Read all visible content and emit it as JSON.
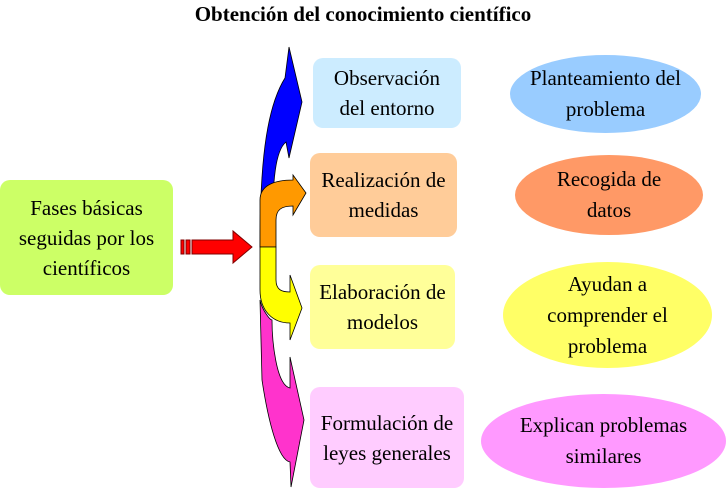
{
  "title": "Obtención del conocimiento científico",
  "source": {
    "label": "Fases básicas seguidas por los científicos",
    "color": "#ccff66"
  },
  "phases": [
    {
      "label": "Observación del entorno",
      "color": "#ccecff",
      "arrow_color": "#0000ff"
    },
    {
      "label": "Realización de medidas",
      "color": "#ffcc99",
      "arrow_color": "#ff9900"
    },
    {
      "label": "Elaboración de modelos",
      "color": "#ffff99",
      "arrow_color": "#ffff00"
    },
    {
      "label": "Formulación de leyes generales",
      "color": "#ffccff",
      "arrow_color": "#ff33cc"
    }
  ],
  "purposes": [
    {
      "label": "Planteamiento del problema",
      "color": "#99ccff"
    },
    {
      "label": "Recogida de datos",
      "color": "#ff9966"
    },
    {
      "label": "Ayudan a comprender el problema",
      "color": "#ffff66"
    },
    {
      "label": "Explican problemas similares",
      "color": "#ff99ff"
    }
  ]
}
